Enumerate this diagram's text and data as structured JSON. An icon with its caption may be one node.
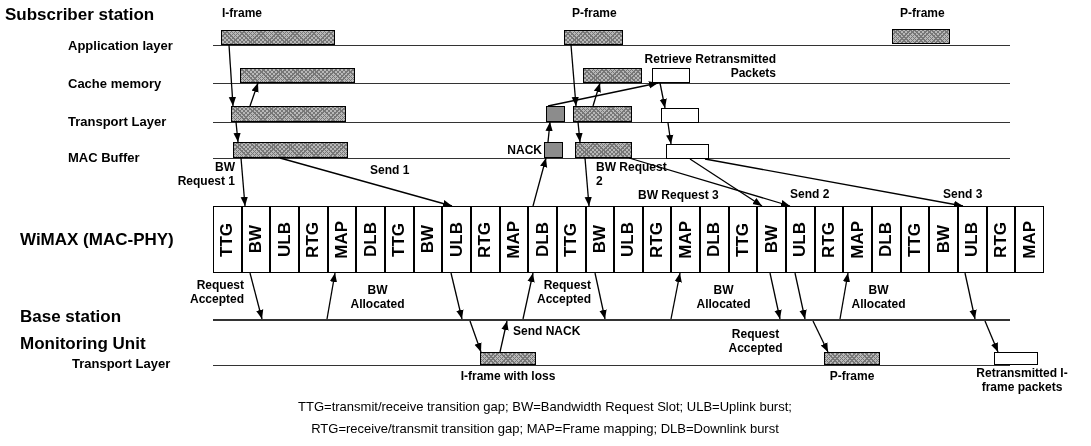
{
  "diagram": {
    "nodes": [
      {
        "text": [],
        "shape": "bar",
        "beside": [
          "I-frame"
        ]
      },
      {
        "text": [],
        "shape": "bar",
        "beside": [
          "P-frame"
        ]
      },
      {
        "text": [],
        "shape": "bar",
        "beside": [
          "P-frame"
        ]
      },
      {
        "text": [],
        "shape": "bar"
      },
      {
        "text": [],
        "shape": "bar"
      },
      {
        "text": [],
        "shape": "bar",
        "beside": [
          "Retrieve Retransmitted Packets"
        ]
      },
      {
        "text": [],
        "shape": "bar"
      },
      {
        "text": [],
        "shape": "bar"
      },
      {
        "text": [],
        "shape": "bar"
      },
      {
        "text": [],
        "shape": "bar"
      },
      {
        "text": [],
        "shape": "bar"
      },
      {
        "text": [],
        "shape": "bar",
        "beside": [
          "NACK"
        ]
      },
      {
        "text": [],
        "shape": "bar"
      },
      {
        "text": [],
        "shape": "bar"
      },
      {
        "text": [
          "TTG"
        ]
      },
      {
        "text": [
          "BW"
        ]
      },
      {
        "text": [
          "ULB"
        ]
      },
      {
        "text": [
          "RTG"
        ]
      },
      {
        "text": [
          "MAP"
        ]
      },
      {
        "text": [
          "DLB"
        ]
      },
      {
        "text": [
          "TTG"
        ]
      },
      {
        "text": [
          "BW"
        ]
      },
      {
        "text": [
          "ULB"
        ]
      },
      {
        "text": [
          "RTG"
        ]
      },
      {
        "text": [
          "MAP"
        ]
      },
      {
        "text": [
          "DLB"
        ]
      },
      {
        "text": [
          "TTG"
        ]
      },
      {
        "text": [
          "BW"
        ]
      },
      {
        "text": [
          "ULB"
        ]
      },
      {
        "text": [
          "RTG"
        ]
      },
      {
        "text": [
          "MAP"
        ]
      },
      {
        "text": [
          "DLB"
        ]
      },
      {
        "text": [
          "TTG"
        ]
      },
      {
        "text": [
          "BW"
        ]
      },
      {
        "text": [
          "ULB"
        ]
      },
      {
        "text": [
          "RTG"
        ]
      },
      {
        "text": [
          "MAP"
        ]
      },
      {
        "text": [
          "DLB"
        ]
      },
      {
        "text": [
          "TTG"
        ]
      },
      {
        "text": [
          "BW"
        ]
      },
      {
        "text": [
          "ULB"
        ]
      },
      {
        "text": [
          "RTG"
        ]
      },
      {
        "text": [
          "MAP"
        ]
      },
      {
        "text": [],
        "shape": "line"
      },
      {
        "text": [],
        "shape": "bar",
        "beside": [
          "I-frame with loss"
        ]
      },
      {
        "text": [],
        "shape": "bar",
        "beside": [
          "P-frame"
        ]
      },
      {
        "text": [],
        "shape": "bar",
        "beside": [
          "Retransmitted I-frame packets"
        ]
      }
    ],
    "edges": [
      {
        "from": 0,
        "to": 6,
        "arrow": "to"
      },
      {
        "from": 6,
        "to": 3,
        "arrow": "to"
      },
      {
        "from": 6,
        "to": 10,
        "arrow": "to"
      },
      {
        "from": 10,
        "to": 15,
        "arrow": "to",
        "label": "BW Request 1"
      },
      {
        "from": 10,
        "to": 22,
        "arrow": "to",
        "label": "Send 1"
      },
      {
        "from": 15,
        "to": 43,
        "arrow": "to",
        "label": "Request Accepted"
      },
      {
        "from": 43,
        "to": 18,
        "arrow": "to",
        "label": "BW Allocated"
      },
      {
        "from": 22,
        "to": 43,
        "arrow": "to"
      },
      {
        "from": 43,
        "to": 44,
        "arrow": "to"
      },
      {
        "from": 44,
        "to": 43,
        "arrow": "to",
        "label": "Send NACK"
      },
      {
        "from": 43,
        "to": 25,
        "arrow": "to"
      },
      {
        "from": 25,
        "to": 11,
        "arrow": "to"
      },
      {
        "from": 11,
        "to": 7,
        "arrow": "to"
      },
      {
        "from": 7,
        "to": 5,
        "arrow": "to"
      },
      {
        "from": 1,
        "to": 8,
        "arrow": "to"
      },
      {
        "from": 8,
        "to": 4,
        "arrow": "to"
      },
      {
        "from": 8,
        "to": 12,
        "arrow": "to"
      },
      {
        "from": 12,
        "to": 27,
        "arrow": "to",
        "label": "BW Request 2"
      },
      {
        "from": 5,
        "to": 9,
        "arrow": "to"
      },
      {
        "from": 9,
        "to": 13,
        "arrow": "to"
      },
      {
        "from": 12,
        "to": 34,
        "arrow": "to",
        "label": "Send 2"
      },
      {
        "from": 13,
        "to": 33,
        "arrow": "to",
        "label": "BW Request 3"
      },
      {
        "from": 27,
        "to": 43,
        "arrow": "to",
        "label": "Request Accepted"
      },
      {
        "from": 43,
        "to": 30,
        "arrow": "to",
        "label": "BW Allocated"
      },
      {
        "from": 33,
        "to": 43,
        "arrow": "to",
        "label": "Request Accepted"
      },
      {
        "from": 34,
        "to": 43,
        "arrow": "to"
      },
      {
        "from": 43,
        "to": 45,
        "arrow": "to"
      },
      {
        "from": 43,
        "to": 36,
        "arrow": "to",
        "label": "BW Allocated"
      },
      {
        "from": 40,
        "to": 43,
        "arrow": "to"
      },
      {
        "from": 13,
        "to": 40,
        "arrow": "to",
        "label": "Send 3"
      },
      {
        "from": 43,
        "to": 46,
        "arrow": "to"
      }
    ],
    "labels": [
      "Subscriber station",
      "Application layer",
      "Cache memory",
      "Transport Layer",
      "MAC Buffer",
      "WiMAX (MAC-PHY)",
      "Base station",
      "Monitoring Unit",
      "Transport Layer",
      "TTG=transmit/receive transition gap; BW=Bandwidth Request Slot; ULB=Uplink burst; RTG=receive/transmit transition gap; MAP=Frame mapping; DLB=Downlink burst"
    ]
  }
}
